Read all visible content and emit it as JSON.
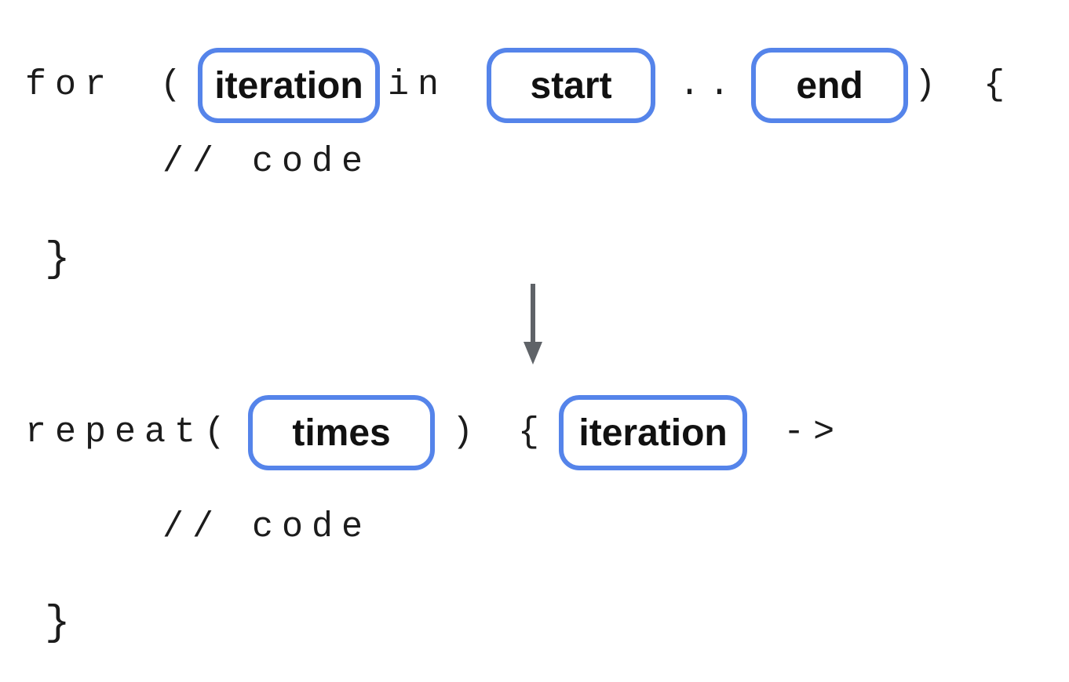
{
  "diagram": {
    "background_color": "#ffffff",
    "accent_border_color": "#5584EA",
    "arrow_color": "#5F6368",
    "text_color": "#1c1c1c"
  },
  "for_block": {
    "keyword": "for",
    "open_paren": "(",
    "iteration_param": "iteration",
    "in_keyword": "in",
    "start_param": "start",
    "range_operator": "..",
    "end_param": "end",
    "close_paren": ")",
    "open_brace": "{",
    "comment": "// code",
    "close_brace": "}"
  },
  "arrow": {
    "icon": "arrow-down-icon"
  },
  "repeat_block": {
    "keyword_call": "repeat(",
    "times_param": "times",
    "close_paren": ")",
    "open_brace": "{",
    "iteration_param": "iteration",
    "lambda_arrow": "->",
    "comment": "// code",
    "close_brace": "}"
  }
}
